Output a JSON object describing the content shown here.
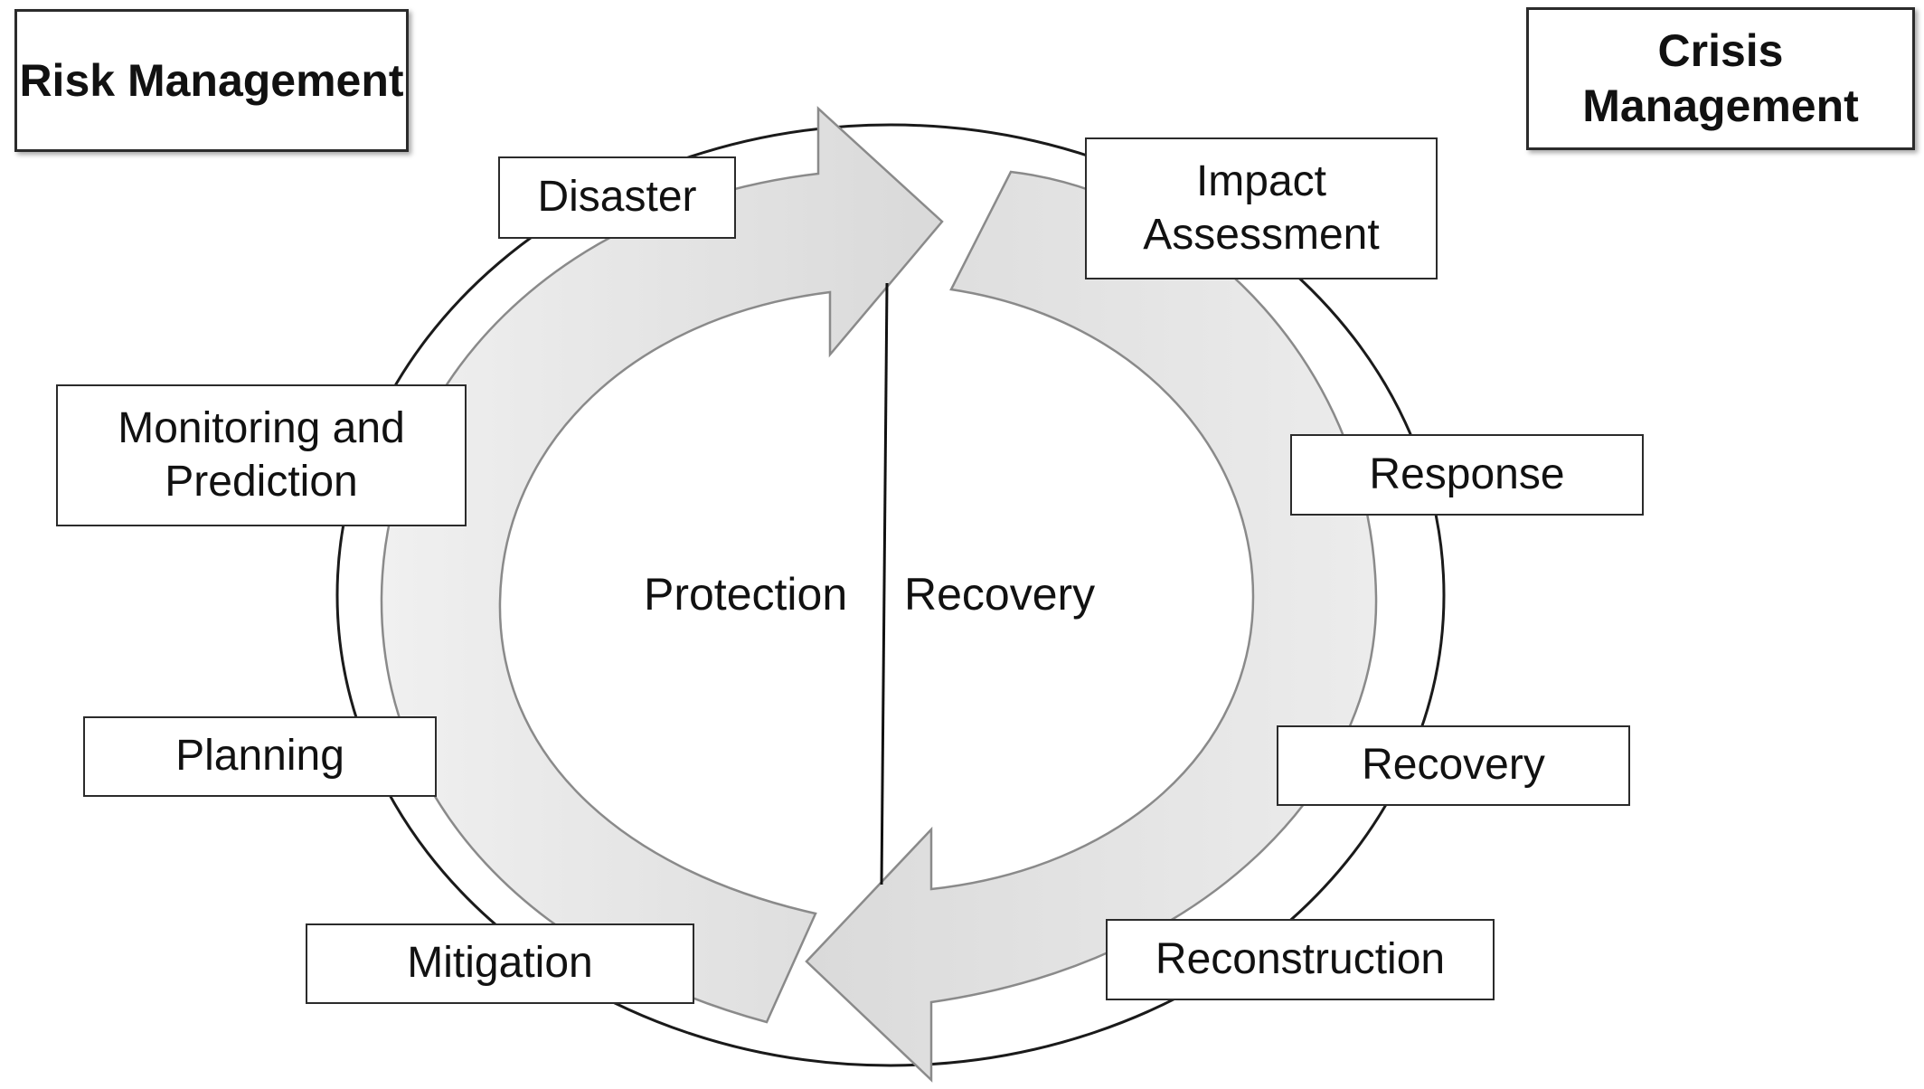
{
  "headers": {
    "risk": "Risk Management",
    "crisis": "Crisis Management"
  },
  "stages": {
    "disaster": "Disaster",
    "impact_assessment": "Impact Assessment",
    "monitoring_and_prediction": "Monitoring and Prediction",
    "response": "Response",
    "recovery": "Recovery",
    "planning": "Planning",
    "mitigation": "Mitigation",
    "reconstruction": "Reconstruction"
  },
  "center": {
    "left": "Protection",
    "right": "Recovery"
  },
  "colors": {
    "arrow_fill": "#e6e6e6",
    "arrow_stroke": "#8a8a8a",
    "outline": "#1a1a1a"
  }
}
